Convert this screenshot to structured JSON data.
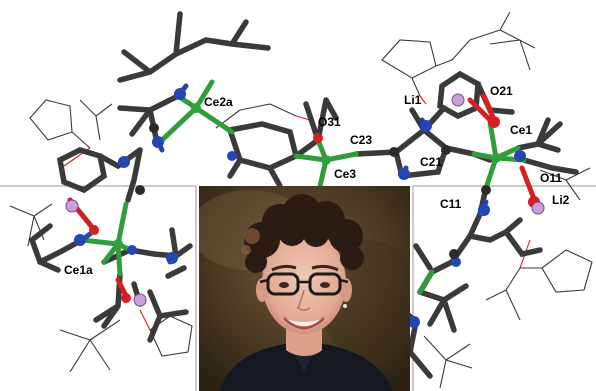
{
  "labels": {
    "ce2a": "Ce2a",
    "ce1": "Ce1",
    "ce1a": "Ce1a",
    "ce3": "Ce3",
    "li1": "Li1",
    "li2": "Li2",
    "o21": "O21",
    "o31": "O31",
    "o11": "O11",
    "c23": "C23",
    "c21": "C21",
    "c11": "C11"
  },
  "colors": {
    "carbon": "#2a2a2a",
    "nitrogen": "#2446b4",
    "oxygen": "#d42020",
    "lithium": "#c8a0d8",
    "cerium": "#2fa23a"
  }
}
